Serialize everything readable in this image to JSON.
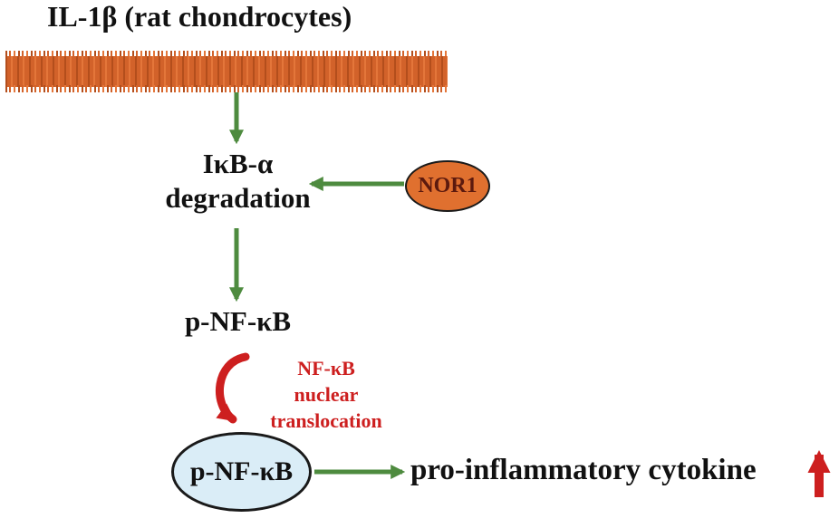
{
  "title": "IL-1β (rat chondrocytes)",
  "colors": {
    "membrane": "#d2622a",
    "membrane_dark": "#b34e1c",
    "membrane_light": "#e4763a",
    "arrow_green": "#4e8b3f",
    "red": "#cd1f1f",
    "nor1_fill": "#e0702f",
    "nor1_text": "#5c1a0e",
    "nucleus_fill": "#daedf7",
    "text": "#111111"
  },
  "nodes": {
    "ikb": {
      "line1": "IκB-α",
      "line2": "degradation"
    },
    "nor1": {
      "label": "NOR1"
    },
    "pnfkb": {
      "label": "p-NF-κB"
    },
    "translocation": {
      "line1": "NF-κB",
      "line2": "nuclear",
      "line3": "translocation"
    },
    "nucleus_pnfkb": {
      "label": "p-NF-κB"
    },
    "output": {
      "label": "pro-inflammatory cytokine"
    }
  }
}
